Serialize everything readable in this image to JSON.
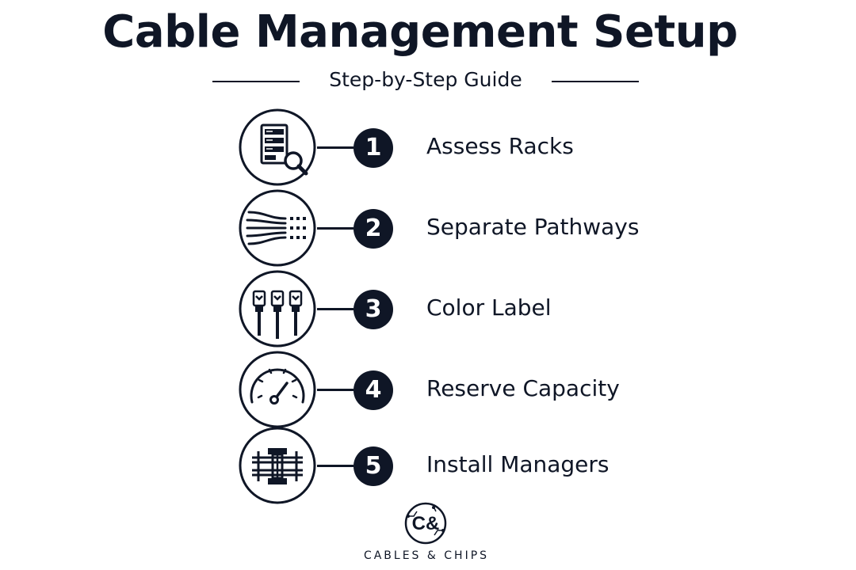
{
  "header": {
    "title": "Cable Management Setup",
    "subtitle": "Step-by-Step Guide"
  },
  "steps": [
    {
      "number": "1",
      "label": "Assess Racks",
      "icon": "server-rack-search-icon"
    },
    {
      "number": "2",
      "label": "Separate Pathways",
      "icon": "cable-pathways-icon"
    },
    {
      "number": "3",
      "label": "Color Label",
      "icon": "ethernet-connectors-icon"
    },
    {
      "number": "4",
      "label": "Reserve Capacity",
      "icon": "gauge-icon"
    },
    {
      "number": "5",
      "label": "Install Managers",
      "icon": "cable-manager-grid-icon"
    }
  ],
  "brand": {
    "logo_text": "C&",
    "name": "CABLES & CHIPS"
  },
  "colors": {
    "ink": "#0f1626",
    "background": "#ffffff"
  }
}
